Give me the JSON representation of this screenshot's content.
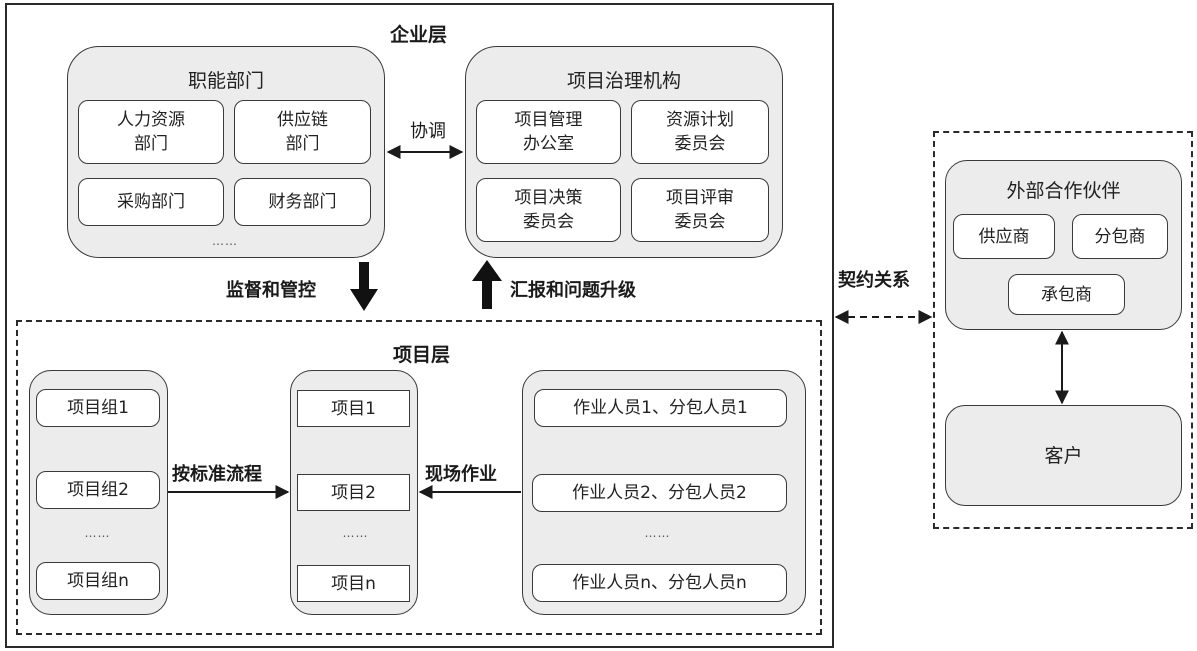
{
  "enterprise_layer": {
    "label": "企业层",
    "functional_departments": {
      "title": "职能部门",
      "items": [
        "人力资源\n部门",
        "供应链\n部门",
        "采购部门",
        "财务部门"
      ],
      "ellipsis": "……"
    },
    "coordination_label": "协调",
    "project_governance": {
      "title": "项目治理机构",
      "items": [
        "项目管理\n办公室",
        "资源计划\n委员会",
        "项目决策\n委员会",
        "项目评审\n委员会"
      ]
    }
  },
  "flows": {
    "supervision_label": "监督和管控",
    "report_label": "汇报和问题升级",
    "contract_label": "契约关系",
    "standard_process_label": "按标准流程",
    "field_work_label": "现场作业"
  },
  "project_layer": {
    "label": "项目层",
    "project_groups": [
      "项目组1",
      "项目组2",
      "项目组n"
    ],
    "projects": [
      "项目1",
      "项目2",
      "项目n"
    ],
    "workers": [
      "作业人员1、分包人员1",
      "作业人员2、分包人员2",
      "作业人员n、分包人员n"
    ],
    "ellipsis": "……"
  },
  "external": {
    "partners": {
      "title": "外部合作伙伴",
      "items": [
        "供应商",
        "分包商",
        "承包商"
      ]
    },
    "customer": "客户"
  }
}
